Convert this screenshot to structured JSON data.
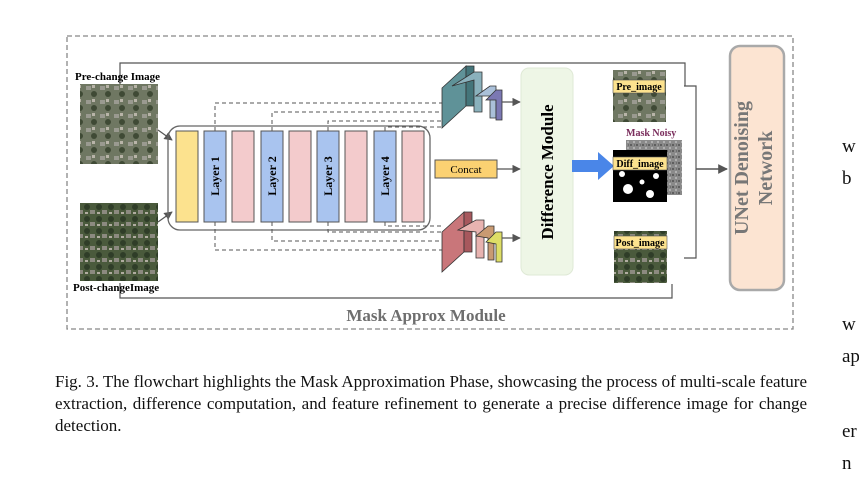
{
  "figure": {
    "pre_image_label": "Pre-change Image",
    "post_image_label": "Post-changeImage",
    "layers": [
      "Layer 1",
      "Layer 2",
      "Layer 3",
      "Layer 4"
    ],
    "concat_label": "Concat",
    "difference_module_label": "Difference Module",
    "pre_image_tag": "Pre_image",
    "diff_image_tag": "Diff_image",
    "mask_noisy_label": "Mask Noisy",
    "post_image_tag": "Post_image",
    "unet_line1": "UNet Denoising",
    "unet_line2": "Network",
    "module_label": "Mask Approx Module"
  },
  "caption": "Fig. 3.  The flowchart highlights the Mask Approximation Phase, showcasing the process of multi-scale feature extraction, difference computation, and feature refinement to generate a precise difference image for change detection.",
  "side_text": [
    "w",
    "b",
    "w",
    "ap",
    "er",
    "n"
  ],
  "colors": {
    "layer_blue": "#a9c4ef",
    "layer_pink": "#f3cbcc",
    "layer_yellow": "#fce28e",
    "module_green": "#eef6e6",
    "unet_fill": "#fce4d2",
    "unet_border": "#a9a9a9",
    "arrow_blue": "#4a86e8"
  }
}
